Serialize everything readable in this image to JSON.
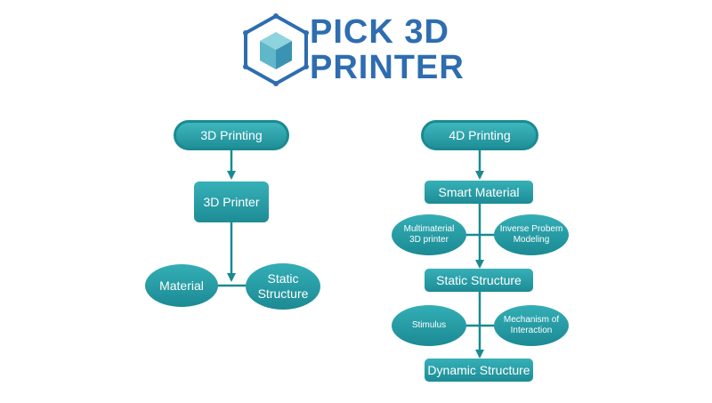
{
  "logo": {
    "line1": "PICK 3D",
    "line2": "PRINTER"
  },
  "left_flow": {
    "top": "3D Printing",
    "printer": "3D Printer",
    "material": "Material",
    "static_line1": "Static",
    "static_line2": "Structure"
  },
  "right_flow": {
    "top": "4D Printing",
    "smart": "Smart Material",
    "multi_line1": "Multimaterial",
    "multi_line2": "3D printer",
    "inverse_line1": "Inverse Probem",
    "inverse_line2": "Modeling",
    "static": "Static Structure",
    "stimulus": "Stimulus",
    "mech_line1": "Mechanism of",
    "mech_line2": "Interaction",
    "dynamic": "Dynamic Structure"
  },
  "colors": {
    "brand": "#2e6db0",
    "teal": "#1f8f98",
    "connector": "#1a8a92"
  }
}
